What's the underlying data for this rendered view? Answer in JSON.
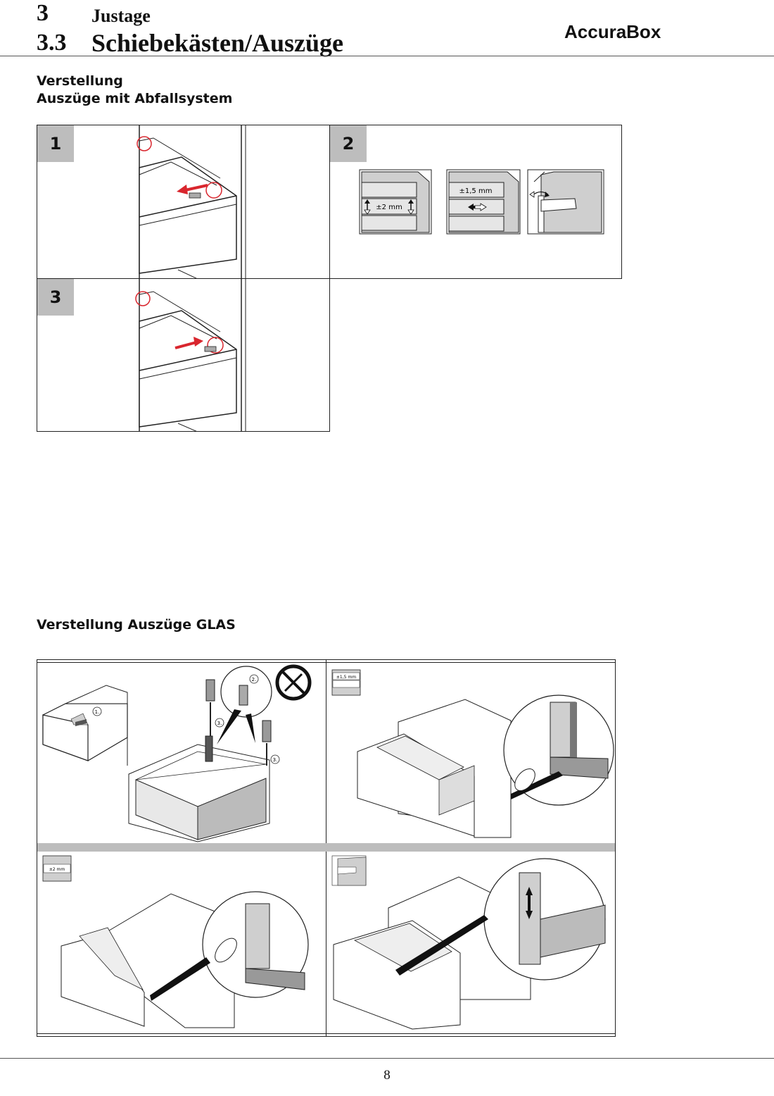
{
  "header": {
    "chapter_number": "3",
    "chapter_title": "Justage",
    "section_number": "3.3",
    "section_title": "Schiebekästen/Auszüge",
    "brand": "AccuraBox"
  },
  "section1": {
    "heading_line1": "Verstellung",
    "heading_line2": "Auszüge mit Abfallsystem",
    "steps": [
      "1",
      "2",
      "3"
    ],
    "height_label": "±2 mm",
    "side_label": "±1,5 mm"
  },
  "section2": {
    "heading": "Verstellung Auszüge GLAS",
    "callouts": [
      "1.",
      "2.",
      "3.",
      "3."
    ],
    "height_label": "±2 mm",
    "side_label": "±1,5 mm"
  },
  "footer": {
    "page_number": "8"
  },
  "colors": {
    "accent_red": "#d9262e",
    "step_gray": "#bdbdbd",
    "panel_gray": "#cfcfcf"
  }
}
